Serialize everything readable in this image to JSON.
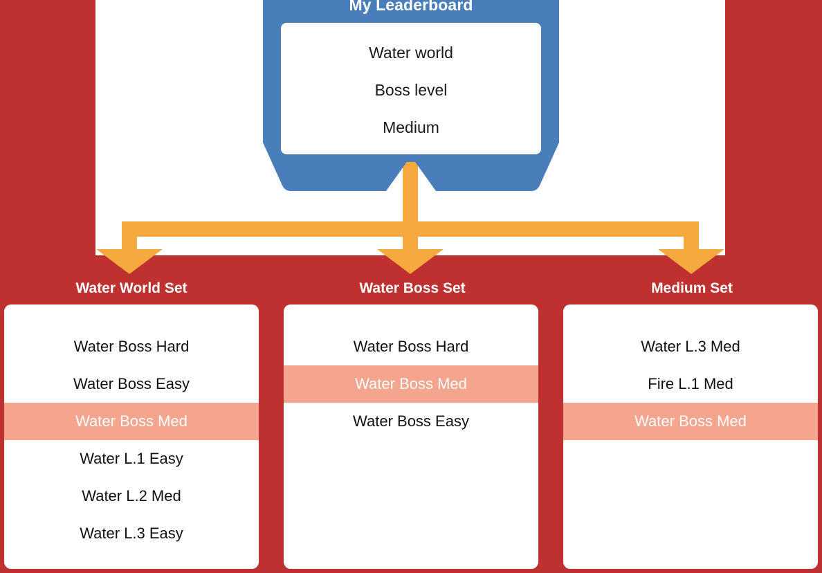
{
  "diagram": {
    "type": "flow-diagram",
    "background_color": "#BE3130",
    "accent_color": "#F5A93F",
    "node_color": "#4A7EBB",
    "highlight_color": "#F5A58E",
    "panel_color": "#FFFFFF"
  },
  "source_node": {
    "title": "My Leaderboard",
    "fields": [
      "Water world",
      "Boss level",
      "Medium"
    ]
  },
  "targets": [
    {
      "title": "Water World Set",
      "items": [
        {
          "label": "Water Boss Hard",
          "highlighted": false
        },
        {
          "label": "Water Boss Easy",
          "highlighted": false
        },
        {
          "label": "Water Boss Med",
          "highlighted": true
        },
        {
          "label": "Water L.1 Easy",
          "highlighted": false
        },
        {
          "label": "Water L.2 Med",
          "highlighted": false
        },
        {
          "label": "Water L.3 Easy",
          "highlighted": false
        }
      ]
    },
    {
      "title": "Water Boss Set",
      "items": [
        {
          "label": "Water Boss Hard",
          "highlighted": false
        },
        {
          "label": "Water Boss Med",
          "highlighted": true
        },
        {
          "label": "Water Boss Easy",
          "highlighted": false
        }
      ]
    },
    {
      "title": "Medium Set",
      "items": [
        {
          "label": "Water L.3 Med",
          "highlighted": false
        },
        {
          "label": "Fire L.1 Med",
          "highlighted": false
        },
        {
          "label": "Water Boss Med",
          "highlighted": true
        }
      ]
    }
  ],
  "connectors": {
    "count": 3,
    "style": "orange-elbow-arrows"
  }
}
